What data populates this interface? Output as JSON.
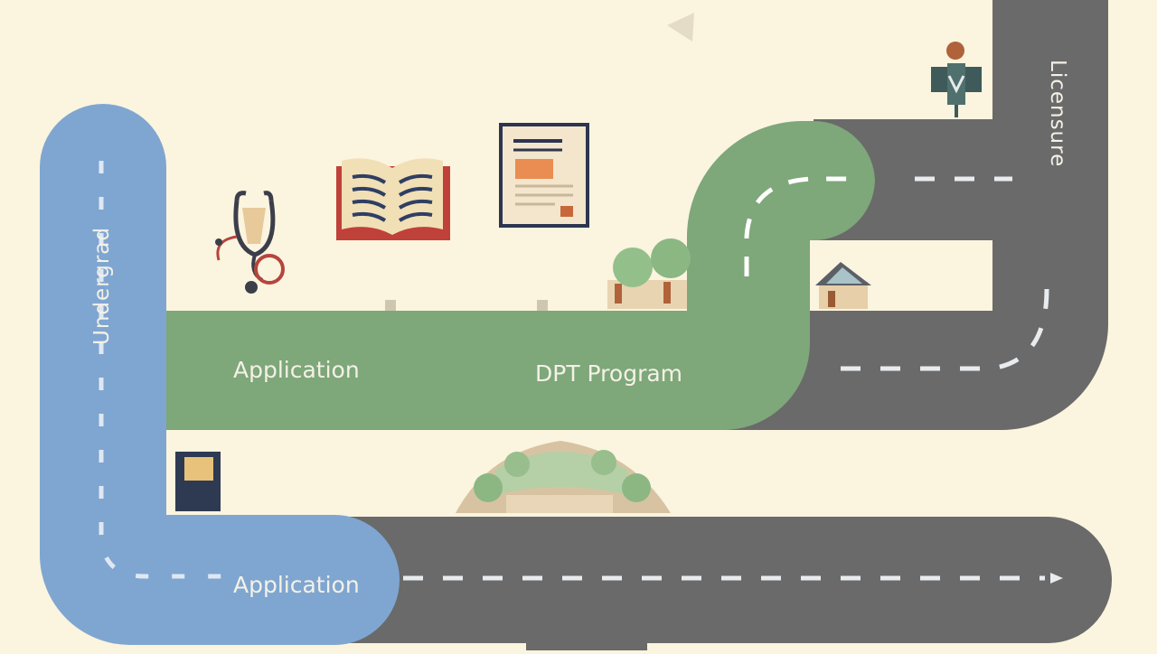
{
  "roadmap": {
    "stages": {
      "undergrad": "Undergrad",
      "application_top": "Application",
      "dpt_program": "DPT Program",
      "licensure": "Licensure",
      "application_bottom": "Application"
    }
  },
  "colors": {
    "background": "#fbf4df",
    "undergrad_road": "#7fa6d1",
    "dpt_road": "#7ea77a",
    "asphalt_road": "#6a6a6a"
  },
  "icons": [
    "stethoscope-icon",
    "open-book-icon",
    "document-icon",
    "notebook-icon",
    "house-icon",
    "therapist-icon",
    "trees-icon",
    "hill-icon",
    "arrow-marker-icon"
  ]
}
